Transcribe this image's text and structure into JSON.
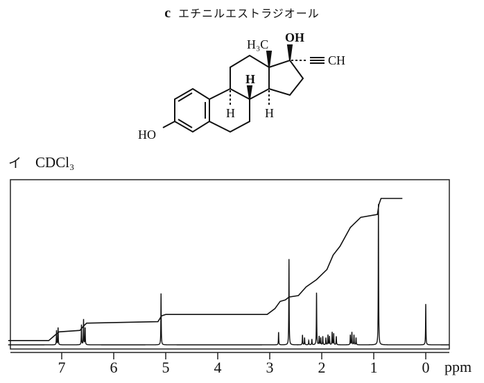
{
  "header": {
    "label": "c",
    "compound": "エチニルエストラジオール"
  },
  "structure": {
    "h3c": "H₃C",
    "oh": "OH",
    "ch": "CH",
    "ho": "HO",
    "h8": "H",
    "h9": "H",
    "h14": "H"
  },
  "spectrum_label": {
    "marker": "イ",
    "solvent": "CDCl₃"
  },
  "chart_data": {
    "type": "line",
    "title": "",
    "xlabel": "ppm",
    "ylabel": "",
    "xlim": [
      8.03,
      -0.45
    ],
    "x_reversed": true,
    "ylim": [
      0,
      115
    ],
    "grid": false,
    "xticks": [
      7,
      6,
      5,
      4,
      3,
      2,
      1,
      0
    ],
    "xtick_labels": [
      "7",
      "6",
      "5",
      "4",
      "3",
      "2",
      "1",
      "0"
    ],
    "peaks": [
      {
        "ppm": 7.1,
        "intensity": 10
      },
      {
        "ppm": 7.07,
        "intensity": 12
      },
      {
        "ppm": 6.62,
        "intensity": 14
      },
      {
        "ppm": 6.58,
        "intensity": 18
      },
      {
        "ppm": 6.55,
        "intensity": 12
      },
      {
        "ppm": 5.09,
        "intensity": 36
      },
      {
        "ppm": 2.83,
        "intensity": 9
      },
      {
        "ppm": 2.63,
        "intensity": 60
      },
      {
        "ppm": 2.37,
        "intensity": 7
      },
      {
        "ppm": 2.33,
        "intensity": 5
      },
      {
        "ppm": 2.25,
        "intensity": 3
      },
      {
        "ppm": 2.19,
        "intensity": 4
      },
      {
        "ppm": 2.1,
        "intensity": 37
      },
      {
        "ppm": 2.05,
        "intensity": 6
      },
      {
        "ppm": 2.02,
        "intensity": 5
      },
      {
        "ppm": 1.98,
        "intensity": 6
      },
      {
        "ppm": 1.92,
        "intensity": 5
      },
      {
        "ppm": 1.88,
        "intensity": 7
      },
      {
        "ppm": 1.85,
        "intensity": 6
      },
      {
        "ppm": 1.8,
        "intensity": 9
      },
      {
        "ppm": 1.77,
        "intensity": 8
      },
      {
        "ppm": 1.72,
        "intensity": 6
      },
      {
        "ppm": 1.45,
        "intensity": 7
      },
      {
        "ppm": 1.42,
        "intensity": 9
      },
      {
        "ppm": 1.38,
        "intensity": 7
      },
      {
        "ppm": 1.34,
        "intensity": 5
      },
      {
        "ppm": 0.91,
        "intensity": 100
      },
      {
        "ppm": 0.0,
        "intensity": 29
      }
    ],
    "integral": {
      "x": [
        8.03,
        7.25,
        7.12,
        7.05,
        6.65,
        6.58,
        6.52,
        5.15,
        5.08,
        5.0,
        3.05,
        2.9,
        2.8,
        2.7,
        2.63,
        2.45,
        2.3,
        2.1,
        1.9,
        1.78,
        1.65,
        1.45,
        1.25,
        0.93,
        0.9,
        0.86,
        0.45
      ],
      "y": [
        2,
        2,
        6,
        8,
        9,
        12,
        14,
        15,
        19,
        20,
        20,
        24,
        29,
        30,
        32,
        33,
        39,
        44,
        51,
        61,
        67,
        80,
        87,
        89,
        96,
        100,
        100
      ]
    }
  }
}
